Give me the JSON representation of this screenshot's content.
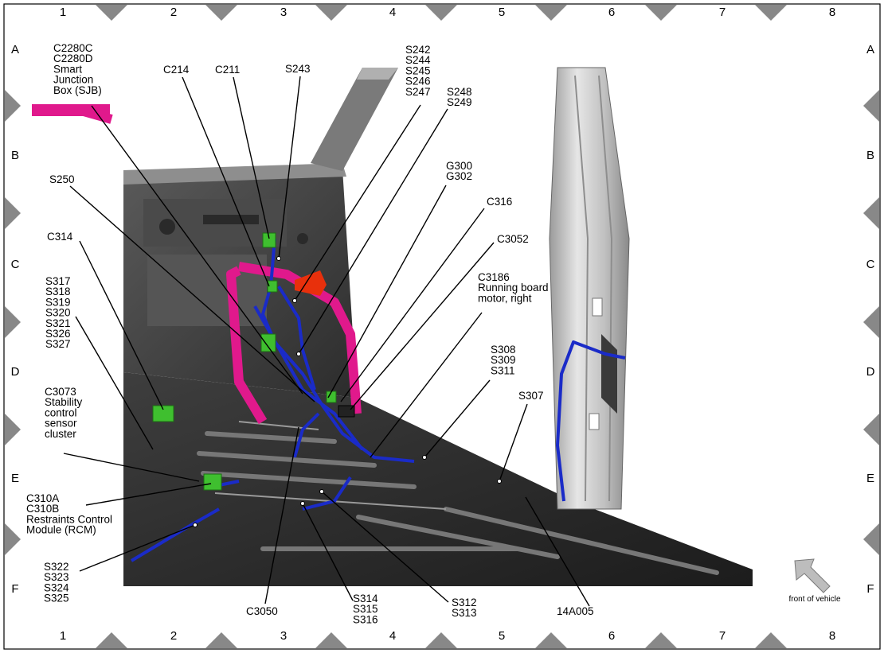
{
  "grid": {
    "columns": [
      "1",
      "2",
      "3",
      "4",
      "5",
      "6",
      "7",
      "8"
    ],
    "rows": [
      "A",
      "B",
      "C",
      "D",
      "E",
      "F"
    ]
  },
  "callouts": [
    {
      "id": "c2280",
      "lines": [
        "C2280C",
        "C2280D",
        "Smart",
        "Junction",
        "Box (SJB)"
      ]
    },
    {
      "id": "c214",
      "lines": [
        "C214"
      ]
    },
    {
      "id": "c211",
      "lines": [
        "C211"
      ]
    },
    {
      "id": "s243",
      "lines": [
        "S243"
      ]
    },
    {
      "id": "s242",
      "lines": [
        "S242",
        "S244",
        "S245",
        "S246",
        "S247"
      ]
    },
    {
      "id": "s248",
      "lines": [
        "S248",
        "S249"
      ]
    },
    {
      "id": "s250",
      "lines": [
        "S250"
      ]
    },
    {
      "id": "g300",
      "lines": [
        "G300",
        "G302"
      ]
    },
    {
      "id": "c316",
      "lines": [
        "C316"
      ]
    },
    {
      "id": "c314",
      "lines": [
        "C314"
      ]
    },
    {
      "id": "c3052",
      "lines": [
        "C3052"
      ]
    },
    {
      "id": "s317",
      "lines": [
        "S317",
        "S318",
        "S319",
        "S320",
        "S321",
        "S326",
        "S327"
      ]
    },
    {
      "id": "c3186",
      "lines": [
        "C3186",
        "Running board",
        "motor, right"
      ]
    },
    {
      "id": "s308",
      "lines": [
        "S308",
        "S309",
        "S311"
      ]
    },
    {
      "id": "s307",
      "lines": [
        "S307"
      ]
    },
    {
      "id": "c3073",
      "lines": [
        "C3073",
        "Stability",
        "control",
        "sensor",
        "cluster"
      ]
    },
    {
      "id": "c310",
      "lines": [
        "C310A",
        "C310B",
        "Restraints Control",
        "Module (RCM)"
      ]
    },
    {
      "id": "s322",
      "lines": [
        "S322",
        "S323",
        "S324",
        "S325"
      ]
    },
    {
      "id": "c3050",
      "lines": [
        "C3050"
      ]
    },
    {
      "id": "s314",
      "lines": [
        "S314",
        "S315",
        "S316"
      ]
    },
    {
      "id": "s312",
      "lines": [
        "S312",
        "S313"
      ]
    },
    {
      "id": "14a005",
      "lines": [
        "14A005"
      ]
    }
  ],
  "orientation": {
    "label": "front of vehicle"
  },
  "colors": {
    "harness": "#1a2bc8",
    "pink_harness": "#e0198c",
    "connector": "#3fbf2f",
    "red_part": "#e8300c",
    "body_dark": "#3a3a3a",
    "body_light": "#c8c8c8",
    "tick": "#888888",
    "arrow": "#bdbdbd"
  }
}
